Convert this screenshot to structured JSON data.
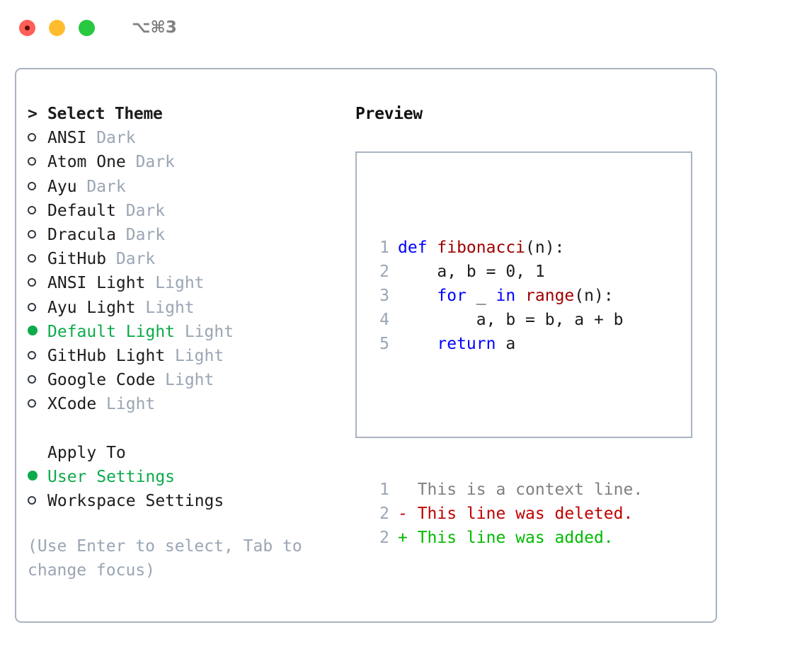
{
  "window": {
    "shortcut": "⌥⌘3",
    "traffic_lights": [
      {
        "name": "close-button",
        "color": "#ff5f57"
      },
      {
        "name": "minimize-button",
        "color": "#ffbd2e"
      },
      {
        "name": "maximize-button",
        "color": "#28c840"
      }
    ]
  },
  "colors": {
    "border": "#a9b3c1",
    "accent_green": "#0daa4b",
    "muted": "#9aa5b4",
    "keyword": "#0000ff",
    "function": "#a00000",
    "diff_add": "#00bb00",
    "diff_del": "#c00000",
    "diff_ctx": "#808080"
  },
  "theme_picker": {
    "header": "Select Theme",
    "header_marker": ">",
    "items": [
      {
        "label": "ANSI",
        "category": "Dark",
        "selected": false
      },
      {
        "label": "Atom One",
        "category": "Dark",
        "selected": false
      },
      {
        "label": "Ayu",
        "category": "Dark",
        "selected": false
      },
      {
        "label": "Default",
        "category": "Dark",
        "selected": false
      },
      {
        "label": "Dracula",
        "category": "Dark",
        "selected": false
      },
      {
        "label": "GitHub",
        "category": "Dark",
        "selected": false
      },
      {
        "label": "ANSI Light",
        "category": "Light",
        "selected": false
      },
      {
        "label": "Ayu Light",
        "category": "Light",
        "selected": false
      },
      {
        "label": "Default Light",
        "category": "Light",
        "selected": true
      },
      {
        "label": "GitHub Light",
        "category": "Light",
        "selected": false
      },
      {
        "label": "Google Code",
        "category": "Light",
        "selected": false
      },
      {
        "label": "XCode",
        "category": "Light",
        "selected": false
      }
    ]
  },
  "apply_to": {
    "title": "Apply To",
    "items": [
      {
        "label": "User Settings",
        "selected": true
      },
      {
        "label": "Workspace Settings",
        "selected": false
      }
    ]
  },
  "hint": "(Use Enter to select, Tab to change focus)",
  "preview": {
    "title": "Preview",
    "code_lines": [
      {
        "number": "1",
        "tokens": [
          {
            "text": "def ",
            "style": "kw"
          },
          {
            "text": "fibonacci",
            "style": "fn"
          },
          {
            "text": "(n):",
            "style": "plain"
          }
        ]
      },
      {
        "number": "2",
        "tokens": [
          {
            "text": "    a, b = 0, 1",
            "style": "plain"
          }
        ]
      },
      {
        "number": "3",
        "tokens": [
          {
            "text": "    ",
            "style": "plain"
          },
          {
            "text": "for",
            "style": "kw"
          },
          {
            "text": " _ ",
            "style": "plain"
          },
          {
            "text": "in ",
            "style": "kw"
          },
          {
            "text": "range",
            "style": "fn"
          },
          {
            "text": "(n):",
            "style": "plain"
          }
        ]
      },
      {
        "number": "4",
        "tokens": [
          {
            "text": "        a, b = b, a + b",
            "style": "plain"
          }
        ]
      },
      {
        "number": "5",
        "tokens": [
          {
            "text": "    ",
            "style": "plain"
          },
          {
            "text": "return",
            "style": "kw"
          },
          {
            "text": " a",
            "style": "plain"
          }
        ]
      }
    ],
    "diff_lines": [
      {
        "number": "1",
        "mark": " ",
        "text": "This is a context line.",
        "kind": "ctx"
      },
      {
        "number": "2",
        "mark": "-",
        "text": "This line was deleted.",
        "kind": "del"
      },
      {
        "number": "2",
        "mark": "+",
        "text": "This line was added.",
        "kind": "add"
      }
    ]
  }
}
